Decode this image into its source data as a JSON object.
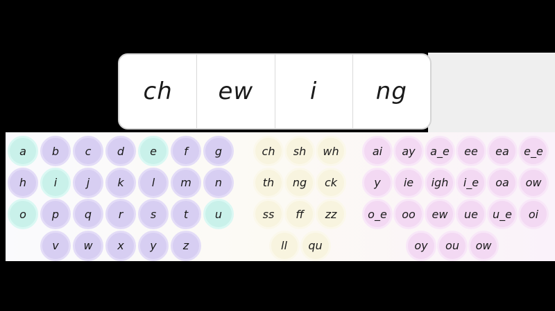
{
  "word_tray": {
    "cells": [
      "ch",
      "ew",
      "i",
      "ng"
    ]
  },
  "tile_groups": [
    {
      "name": "alphabet",
      "tiles": [
        {
          "label": "a",
          "row": 0,
          "col": 0,
          "variant": "vowel"
        },
        {
          "label": "b",
          "row": 0,
          "col": 1,
          "variant": "consonant"
        },
        {
          "label": "c",
          "row": 0,
          "col": 2,
          "variant": "consonant"
        },
        {
          "label": "d",
          "row": 0,
          "col": 3,
          "variant": "consonant"
        },
        {
          "label": "e",
          "row": 0,
          "col": 4,
          "variant": "vowel"
        },
        {
          "label": "f",
          "row": 0,
          "col": 5,
          "variant": "consonant"
        },
        {
          "label": "g",
          "row": 0,
          "col": 6,
          "variant": "consonant"
        },
        {
          "label": "h",
          "row": 1,
          "col": 0,
          "variant": "consonant"
        },
        {
          "label": "i",
          "row": 1,
          "col": 1,
          "variant": "vowel"
        },
        {
          "label": "j",
          "row": 1,
          "col": 2,
          "variant": "consonant"
        },
        {
          "label": "k",
          "row": 1,
          "col": 3,
          "variant": "consonant"
        },
        {
          "label": "l",
          "row": 1,
          "col": 4,
          "variant": "consonant"
        },
        {
          "label": "m",
          "row": 1,
          "col": 5,
          "variant": "consonant"
        },
        {
          "label": "n",
          "row": 1,
          "col": 6,
          "variant": "consonant"
        },
        {
          "label": "o",
          "row": 2,
          "col": 0,
          "variant": "vowel"
        },
        {
          "label": "p",
          "row": 2,
          "col": 1,
          "variant": "consonant"
        },
        {
          "label": "q",
          "row": 2,
          "col": 2,
          "variant": "consonant"
        },
        {
          "label": "r",
          "row": 2,
          "col": 3,
          "variant": "consonant"
        },
        {
          "label": "s",
          "row": 2,
          "col": 4,
          "variant": "consonant"
        },
        {
          "label": "t",
          "row": 2,
          "col": 5,
          "variant": "consonant"
        },
        {
          "label": "u",
          "row": 2,
          "col": 6,
          "variant": "vowel"
        },
        {
          "label": "v",
          "row": 3,
          "col": 1,
          "variant": "consonant"
        },
        {
          "label": "w",
          "row": 3,
          "col": 2,
          "variant": "consonant"
        },
        {
          "label": "x",
          "row": 3,
          "col": 3,
          "variant": "consonant"
        },
        {
          "label": "y",
          "row": 3,
          "col": 4,
          "variant": "consonant"
        },
        {
          "label": "z",
          "row": 3,
          "col": 5,
          "variant": "consonant"
        }
      ]
    },
    {
      "name": "digraphs",
      "tiles": [
        {
          "label": "ch",
          "row": 0,
          "col": 0,
          "variant": "digraph"
        },
        {
          "label": "sh",
          "row": 0,
          "col": 1,
          "variant": "digraph"
        },
        {
          "label": "wh",
          "row": 0,
          "col": 2,
          "variant": "digraph"
        },
        {
          "label": "th",
          "row": 1,
          "col": 0,
          "variant": "digraph"
        },
        {
          "label": "ng",
          "row": 1,
          "col": 1,
          "variant": "digraph"
        },
        {
          "label": "ck",
          "row": 1,
          "col": 2,
          "variant": "digraph"
        },
        {
          "label": "ss",
          "row": 2,
          "col": 0,
          "variant": "digraph"
        },
        {
          "label": "ff",
          "row": 2,
          "col": 1,
          "variant": "digraph"
        },
        {
          "label": "zz",
          "row": 2,
          "col": 2,
          "variant": "digraph"
        },
        {
          "label": "ll",
          "row": 3,
          "col": 0.5,
          "variant": "digraph"
        },
        {
          "label": "qu",
          "row": 3,
          "col": 1.5,
          "variant": "digraph"
        }
      ]
    },
    {
      "name": "vowel-teams",
      "tiles": [
        {
          "label": "ai",
          "row": 0,
          "col": 0,
          "variant": "team"
        },
        {
          "label": "ay",
          "row": 0,
          "col": 1,
          "variant": "team"
        },
        {
          "label": "a_e",
          "row": 0,
          "col": 2,
          "variant": "team"
        },
        {
          "label": "ee",
          "row": 0,
          "col": 3,
          "variant": "team"
        },
        {
          "label": "ea",
          "row": 0,
          "col": 4,
          "variant": "team"
        },
        {
          "label": "e_e",
          "row": 0,
          "col": 5,
          "variant": "team"
        },
        {
          "label": "y",
          "row": 1,
          "col": 0,
          "variant": "team"
        },
        {
          "label": "ie",
          "row": 1,
          "col": 1,
          "variant": "team"
        },
        {
          "label": "igh",
          "row": 1,
          "col": 2,
          "variant": "team"
        },
        {
          "label": "i_e",
          "row": 1,
          "col": 3,
          "variant": "team"
        },
        {
          "label": "oa",
          "row": 1,
          "col": 4,
          "variant": "team"
        },
        {
          "label": "ow",
          "row": 1,
          "col": 5,
          "variant": "team"
        },
        {
          "label": "o_e",
          "row": 2,
          "col": 0,
          "variant": "team"
        },
        {
          "label": "oo",
          "row": 2,
          "col": 1,
          "variant": "team"
        },
        {
          "label": "ew",
          "row": 2,
          "col": 2,
          "variant": "team"
        },
        {
          "label": "ue",
          "row": 2,
          "col": 3,
          "variant": "team"
        },
        {
          "label": "u_e",
          "row": 2,
          "col": 4,
          "variant": "team"
        },
        {
          "label": "oi",
          "row": 2,
          "col": 5,
          "variant": "team"
        },
        {
          "label": "oy",
          "row": 3,
          "col": 1.4,
          "variant": "team"
        },
        {
          "label": "ou",
          "row": 3,
          "col": 2.4,
          "variant": "team"
        },
        {
          "label": "ow",
          "row": 3,
          "col": 3.4,
          "variant": "team"
        }
      ]
    }
  ],
  "colors": {
    "page_bg": "#000000",
    "side_panel_bg": "#efefef",
    "tray_bg": "#ffffff",
    "tray_border": "#d4d4d4",
    "cell_divider": "#d9d9d9",
    "letter_color": "#1a1a1a",
    "consonant_fill": "#d7cef2",
    "consonant_border": "#e3dcf7",
    "vowel_fill": "#c9f1ea",
    "vowel_border": "#daf8f3",
    "digraph_fill": "#f8f4df",
    "digraph_border": "#fbf8eb",
    "team_fill": "#f3d9f3",
    "team_border": "#f8e7f8"
  }
}
